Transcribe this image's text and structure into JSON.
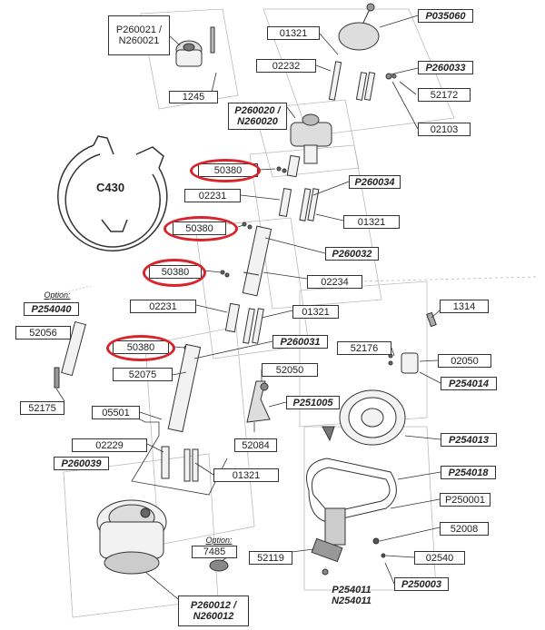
{
  "colors": {
    "highlight": "#d8232a",
    "line": "#333333"
  },
  "profile_label": "C430",
  "option_labels": [
    "Option:",
    "Option:"
  ],
  "parts": [
    {
      "id": "p1",
      "text": "P260021 /\nN260021",
      "style": "multi"
    },
    {
      "id": "p2",
      "text": "01321",
      "style": "plain"
    },
    {
      "id": "p3",
      "text": "P035060",
      "style": "bold"
    },
    {
      "id": "p4",
      "text": "02232",
      "style": "plain"
    },
    {
      "id": "p5",
      "text": "P260033",
      "style": "bold"
    },
    {
      "id": "p6",
      "text": "52172",
      "style": "plain"
    },
    {
      "id": "p7",
      "text": "1245",
      "style": "plain"
    },
    {
      "id": "p8",
      "text": "P260020 /\nN260020",
      "style": "bold-multi"
    },
    {
      "id": "p9",
      "text": "02103",
      "style": "plain"
    },
    {
      "id": "p10",
      "text": "50380",
      "style": "plain"
    },
    {
      "id": "p11",
      "text": "P260034",
      "style": "bold"
    },
    {
      "id": "p12",
      "text": "02231",
      "style": "plain"
    },
    {
      "id": "p13",
      "text": "01321",
      "style": "plain"
    },
    {
      "id": "p14",
      "text": "50380",
      "style": "plain"
    },
    {
      "id": "p15",
      "text": "P260032",
      "style": "bold"
    },
    {
      "id": "p16",
      "text": "50380",
      "style": "plain"
    },
    {
      "id": "p17",
      "text": "02234",
      "style": "plain"
    },
    {
      "id": "p18",
      "text": "P254040",
      "style": "bold"
    },
    {
      "id": "p19",
      "text": "02231",
      "style": "plain"
    },
    {
      "id": "p20",
      "text": "01321",
      "style": "plain"
    },
    {
      "id": "p21",
      "text": "1314",
      "style": "plain"
    },
    {
      "id": "p22",
      "text": "52056",
      "style": "plain"
    },
    {
      "id": "p23",
      "text": "50380",
      "style": "plain"
    },
    {
      "id": "p24",
      "text": "P260031",
      "style": "bold"
    },
    {
      "id": "p25",
      "text": "52176",
      "style": "plain"
    },
    {
      "id": "p26",
      "text": "02050",
      "style": "plain"
    },
    {
      "id": "p27",
      "text": "52075",
      "style": "plain"
    },
    {
      "id": "p28",
      "text": "52050",
      "style": "plain"
    },
    {
      "id": "p29",
      "text": "P254014",
      "style": "bold"
    },
    {
      "id": "p30",
      "text": "P251005",
      "style": "bold"
    },
    {
      "id": "p31",
      "text": "52175",
      "style": "plain"
    },
    {
      "id": "p32",
      "text": "05501",
      "style": "plain"
    },
    {
      "id": "p33",
      "text": "52084",
      "style": "plain"
    },
    {
      "id": "p34",
      "text": "P254013",
      "style": "bold"
    },
    {
      "id": "p35",
      "text": "02229",
      "style": "plain"
    },
    {
      "id": "p36",
      "text": "P260039",
      "style": "bold"
    },
    {
      "id": "p37",
      "text": "01321",
      "style": "plain"
    },
    {
      "id": "p38",
      "text": "P254018",
      "style": "bold"
    },
    {
      "id": "p39",
      "text": "P250001",
      "style": "plain"
    },
    {
      "id": "p40",
      "text": "52008",
      "style": "plain"
    },
    {
      "id": "p41",
      "text": "7485",
      "style": "plain"
    },
    {
      "id": "p42",
      "text": "52119",
      "style": "plain"
    },
    {
      "id": "p43",
      "text": "02540",
      "style": "plain"
    },
    {
      "id": "p44",
      "text": "P250003",
      "style": "bold"
    },
    {
      "id": "p45",
      "text": "P254011\nN254011",
      "style": "bold-multi-noborder"
    },
    {
      "id": "p46",
      "text": "P260012 /\nN260012",
      "style": "bold-multi"
    }
  ]
}
